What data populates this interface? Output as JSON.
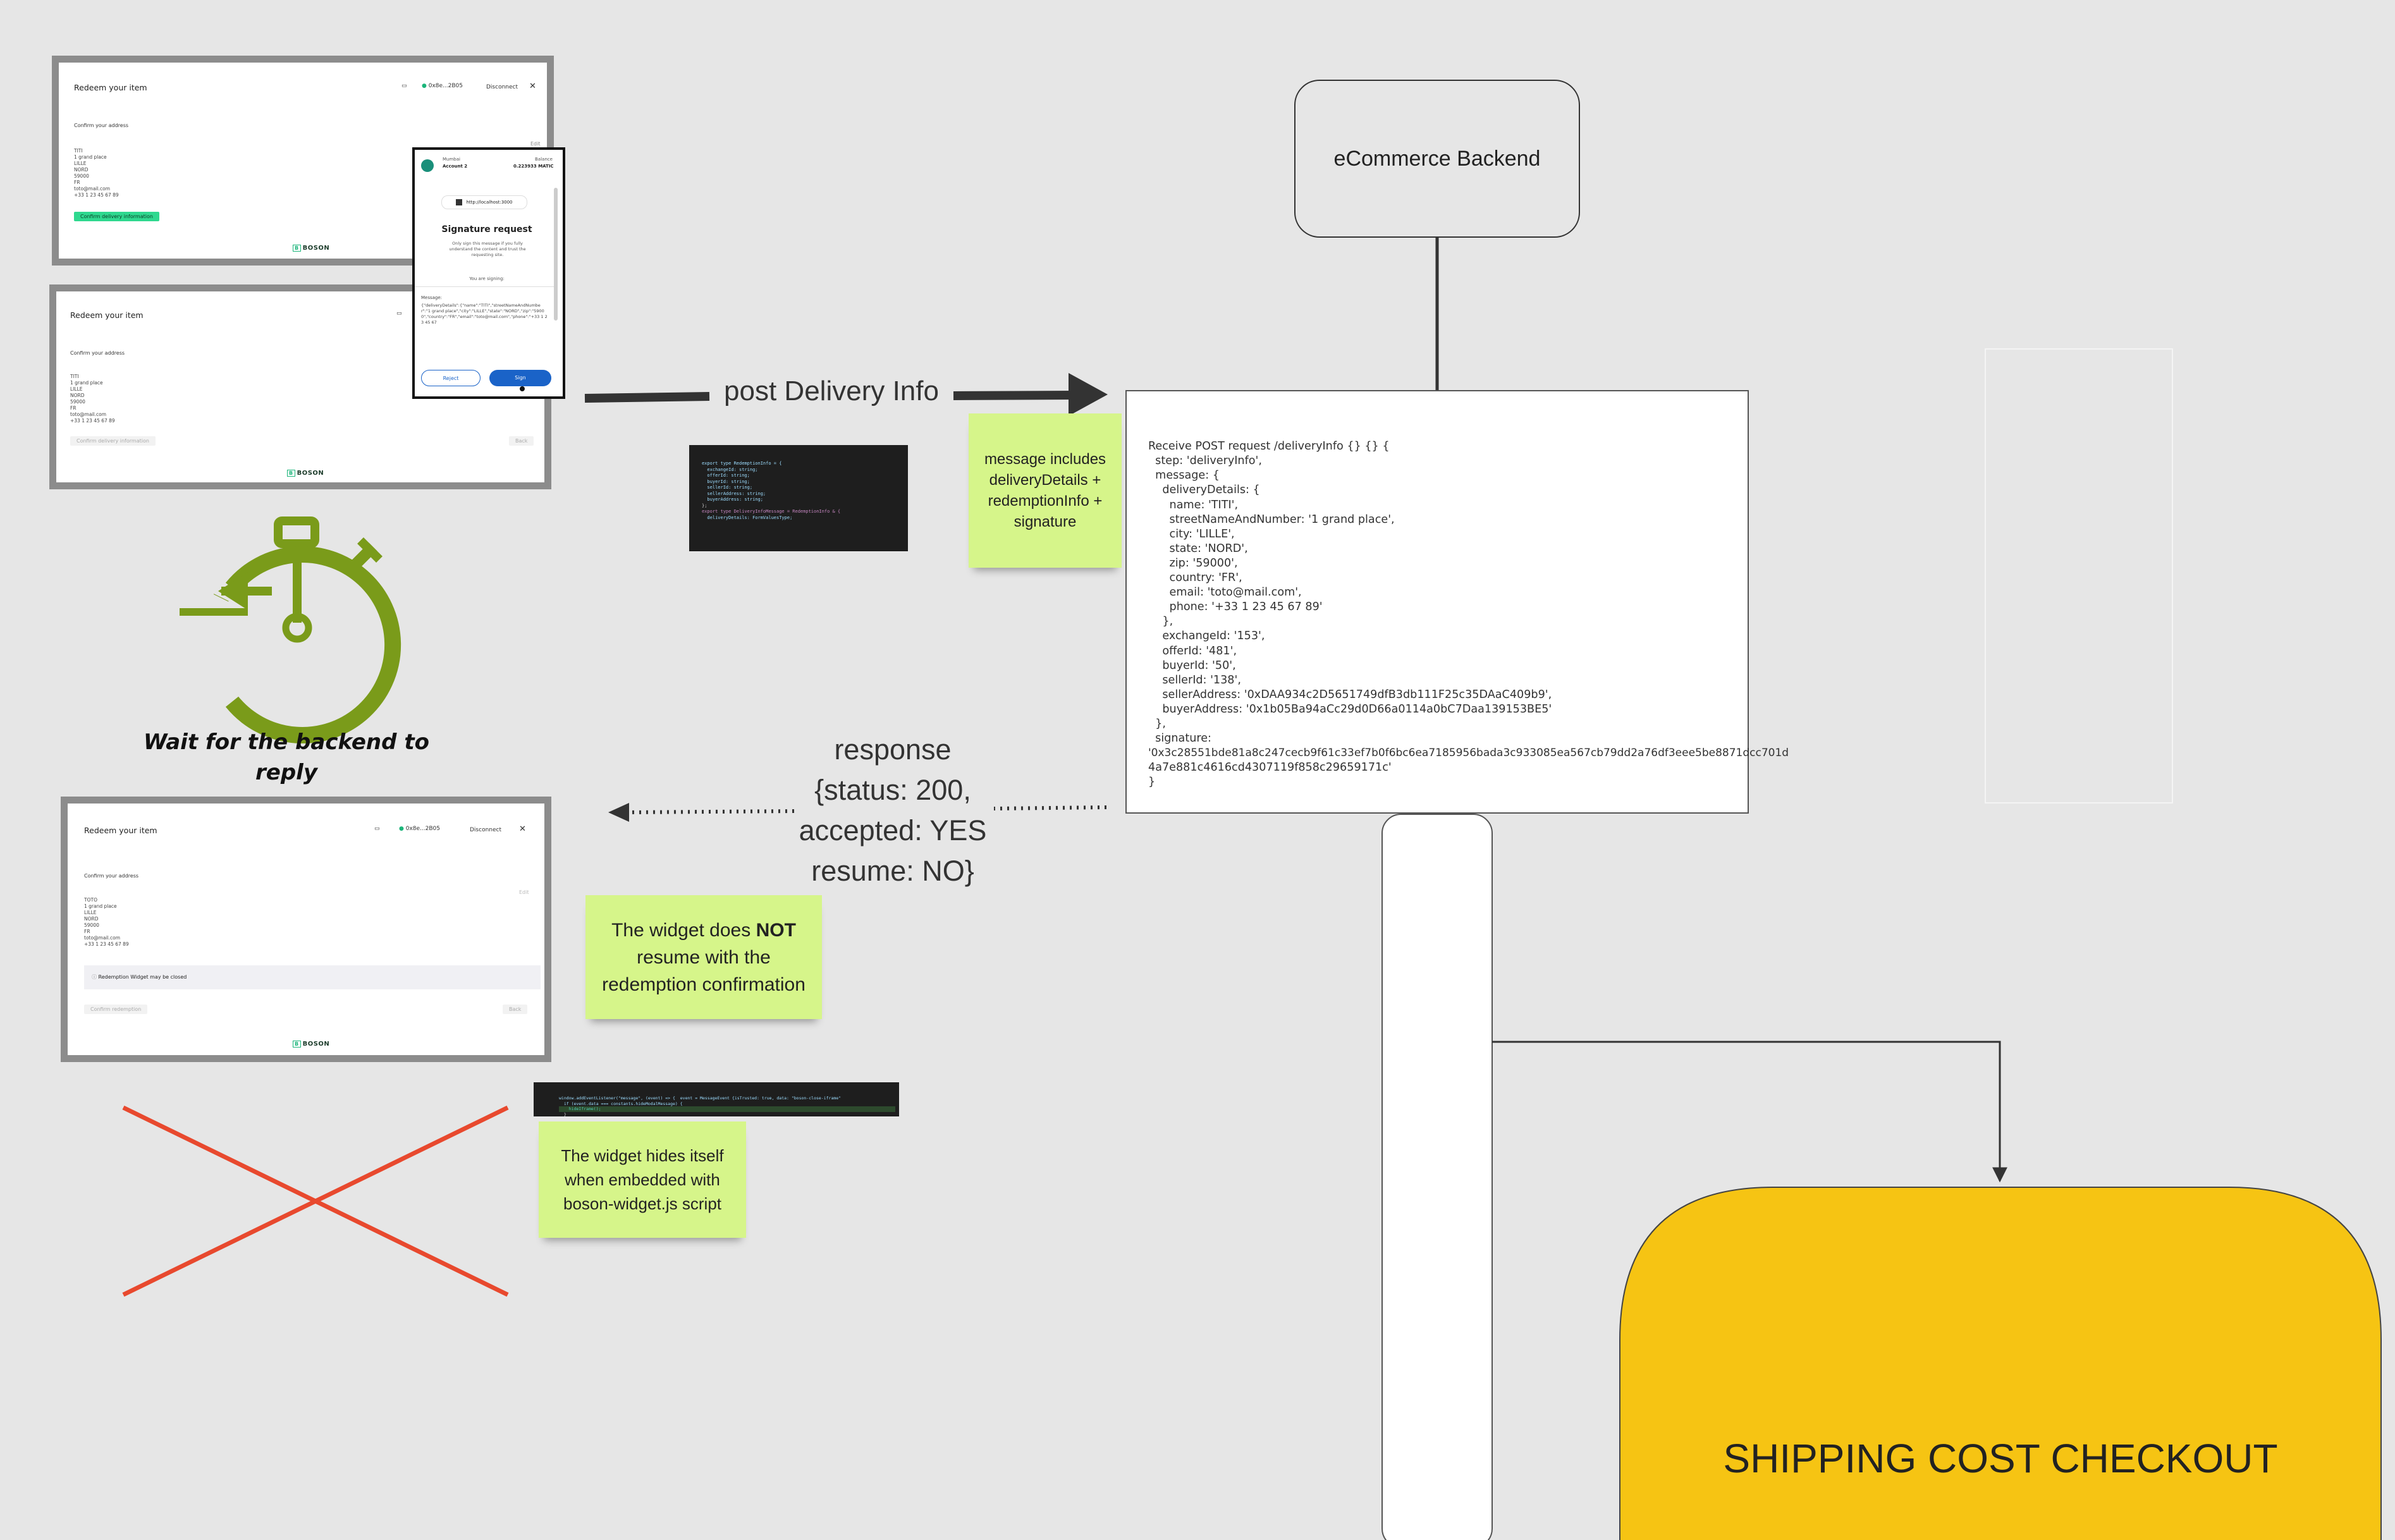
{
  "colors": {
    "background": "#e6e6e6",
    "sticky": "#d6f58a",
    "shipping_box": "#f6c413",
    "timer_green": "#7a9b1a",
    "cross_red": "#e8492e",
    "boson_green": "#2fd88f"
  },
  "widget1": {
    "title": "Redeem your item",
    "account": "0x8e...2B05",
    "disconnect": "Disconnect",
    "confirm_label": "Confirm your address",
    "edit": "Edit",
    "address": [
      "TITI",
      "1 grand place",
      "LILLE",
      "NORD",
      "59000",
      "FR",
      "toto@mail.com",
      "+33 1 23 45 67 89"
    ],
    "confirm_button": "Confirm delivery information",
    "brand": "BOSON"
  },
  "widget2": {
    "title": "Redeem your item",
    "confirm_label": "Confirm your address",
    "address": [
      "TITI",
      "1 grand place",
      "LILLE",
      "NORD",
      "59000",
      "FR",
      "toto@mail.com",
      "+33 1 23 45 67 89"
    ],
    "confirm_button": "Confirm delivery information",
    "back": "Back",
    "brand": "BOSON"
  },
  "metamask": {
    "network": "Mumbai",
    "account": "Account 2",
    "balance_label": "Balance",
    "balance": "0.223933 MATIC",
    "url": "http://localhost:3000",
    "heading": "Signature request",
    "description": "Only sign this message if you fully understand the content and trust the requesting site.",
    "signing": "You are signing:",
    "message_label": "Message:",
    "message": "{\"deliveryDetails\":{\"name\":\"TITI\",\"streetNameAndNumber\":\"1 grand place\",\"city\":\"LILLE\",\"state\":\"NORD\",\"zip\":\"59000\",\"country\":\"FR\",\"email\":\"toto@mail.com\",\"phone\":\"+33 1 23 45 67",
    "reject": "Reject",
    "sign": "Sign"
  },
  "arrow_post_label": "post Delivery Info",
  "code1": [
    "export type RedemptionInfo = {",
    "  exchangeId: string;",
    "  offerId: string;",
    "  buyerId: string;",
    "  sellerId: string;",
    "  sellerAddress: string;",
    "  buyerAddress: string;",
    "};",
    "",
    "export type DeliveryInfoMessage = RedemptionInfo & {",
    "  deliveryDetails: FormValuesType;"
  ],
  "sticky_message": "message includes deliveryDetails + redemptionInfo + signature",
  "backend": {
    "title": "eCommerce Backend"
  },
  "request_lines": [
    "Receive POST request /deliveryInfo {} {} {",
    "  step: 'deliveryInfo',",
    "  message: {",
    "    deliveryDetails: {",
    "      name: 'TITI',",
    "      streetNameAndNumber: '1 grand place',",
    "      city: 'LILLE',",
    "      state: 'NORD',",
    "      zip: '59000',",
    "      country: 'FR',",
    "      email: 'toto@mail.com',",
    "      phone: '+33 1 23 45 67 89'",
    "    },",
    "    exchangeId: '153',",
    "    offerId: '481',",
    "    buyerId: '50',",
    "    sellerId: '138',",
    "    sellerAddress: '0xDAA934c2D5651749dfB3db111F25c35DAaC409b9',",
    "    buyerAddress: '0x1b05Ba94aCc29d0D66a0114a0bC7Daa139153BE5'",
    "  },",
    "  signature:",
    "'0x3c28551bde81a8c247cecb9f61c33ef7b0f6bc6ea7185956bada3c933085ea567cb79dd2a76df3eee5be8871dcc701d",
    "4a7e881c4616cd4307119f858c29659171c'",
    "}"
  ],
  "wait_label": [
    "Wait for the backend to",
    "reply"
  ],
  "response_label": [
    "response",
    "{status: 200,",
    "accepted: YES",
    "resume: NO}"
  ],
  "widget3": {
    "title": "Redeem your item",
    "account": "0x8e...2B05",
    "disconnect": "Disconnect",
    "confirm_label": "Confirm your address",
    "edit": "Edit",
    "address": [
      "TOTO",
      "1 grand place",
      "LILLE",
      "NORD",
      "59000",
      "FR",
      "toto@mail.com",
      "+33 1 23 45 67 89"
    ],
    "notice": "Redemption Widget may be closed",
    "confirm_button": "Confirm redemption",
    "back": "Back",
    "brand": "BOSON"
  },
  "sticky_not_resume": {
    "before": "The widget does ",
    "bold": "NOT",
    "after": " resume with the redemption confirmation"
  },
  "code2": [
    "window.addEventListener(\"message\", (event) => {  event = MessageEvent {isTrusted: true, data: \"boson-close-iframe\"",
    "  if (event.data === constants.hideModalMessage) {",
    "    hideIframe();",
    "  }",
    "});"
  ],
  "sticky_hides": "The widget hides itself when embedded with boson-widget.js script",
  "shipping": {
    "title": "SHIPPING COST CHECKOUT"
  }
}
